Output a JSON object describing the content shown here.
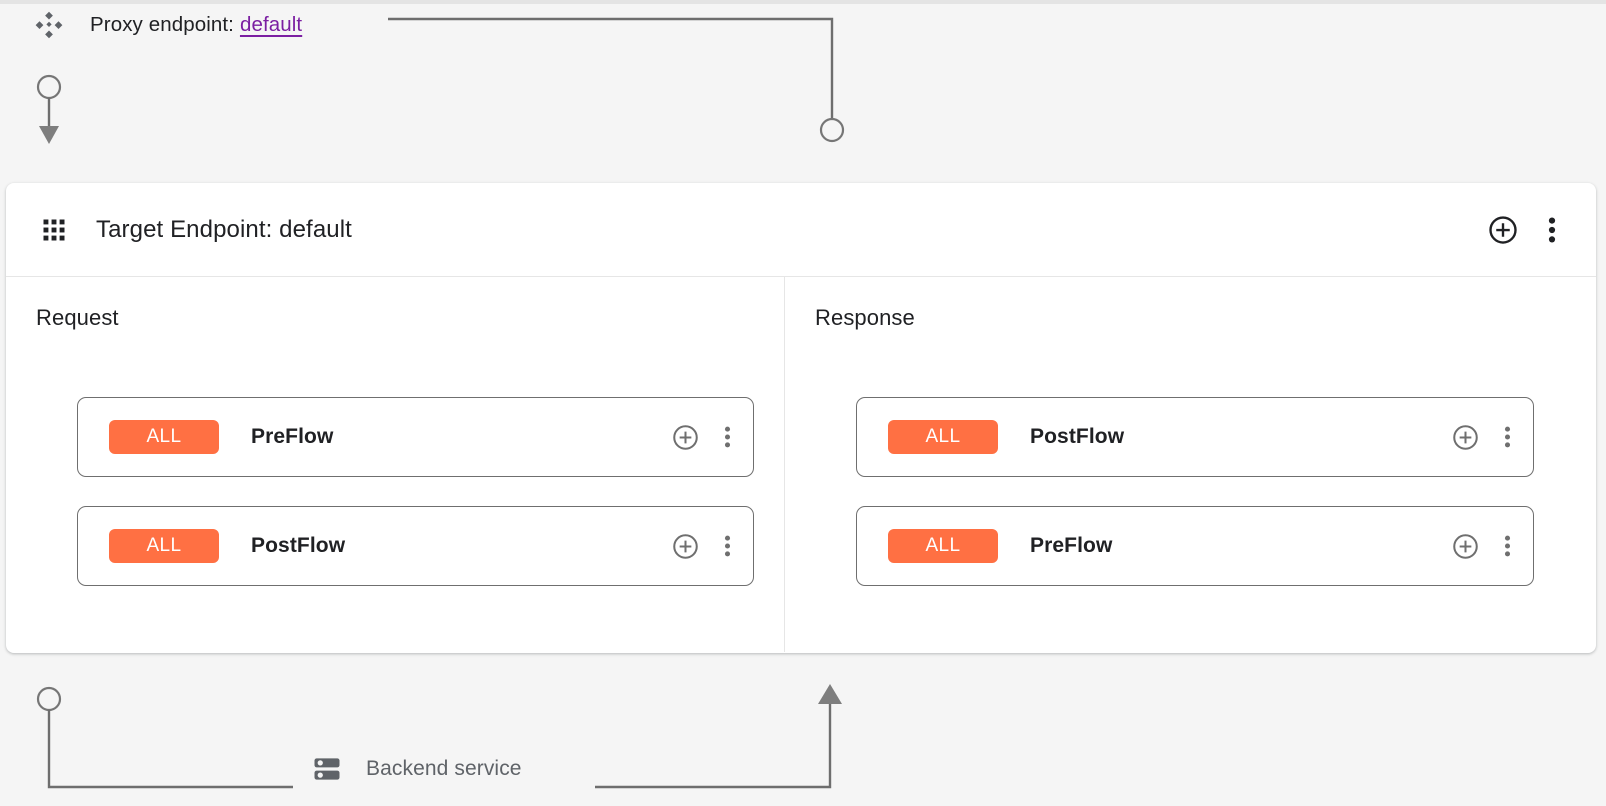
{
  "theme": {
    "page_background": "#f5f5f5",
    "panel_background": "#ffffff",
    "badge_color": "#ff7043",
    "link_color": "#7b1fa2",
    "connector_color": "#6e6e6e",
    "text_color": "#202124",
    "muted_text_color": "#5f6368",
    "card_border_color": "#6f6f6f"
  },
  "proxy": {
    "icon": "proxy-endpoint-diamond-icon",
    "label": "Proxy endpoint:",
    "value": "default"
  },
  "panel": {
    "icon": "grid-dots-icon",
    "title": "Target Endpoint: default",
    "actions": [
      {
        "name": "add-target-endpoint-button",
        "icon": "plus-circle-icon"
      },
      {
        "name": "target-endpoint-more-menu",
        "icon": "more-vertical-icon"
      }
    ]
  },
  "columns": [
    {
      "key": "request",
      "title": "Request",
      "direction": "down",
      "flows": [
        {
          "badge": "ALL",
          "name": "PreFlow",
          "add_icon": "plus-circle-icon",
          "menu_icon": "more-vertical-icon"
        },
        {
          "badge": "ALL",
          "name": "PostFlow",
          "add_icon": "plus-circle-icon",
          "menu_icon": "more-vertical-icon"
        }
      ]
    },
    {
      "key": "response",
      "title": "Response",
      "direction": "up",
      "flows": [
        {
          "badge": "ALL",
          "name": "PostFlow",
          "add_icon": "plus-circle-icon",
          "menu_icon": "more-vertical-icon"
        },
        {
          "badge": "ALL",
          "name": "PreFlow",
          "add_icon": "plus-circle-icon",
          "menu_icon": "more-vertical-icon"
        }
      ]
    }
  ],
  "backend": {
    "icon": "server-stack-icon",
    "label": "Backend service"
  }
}
